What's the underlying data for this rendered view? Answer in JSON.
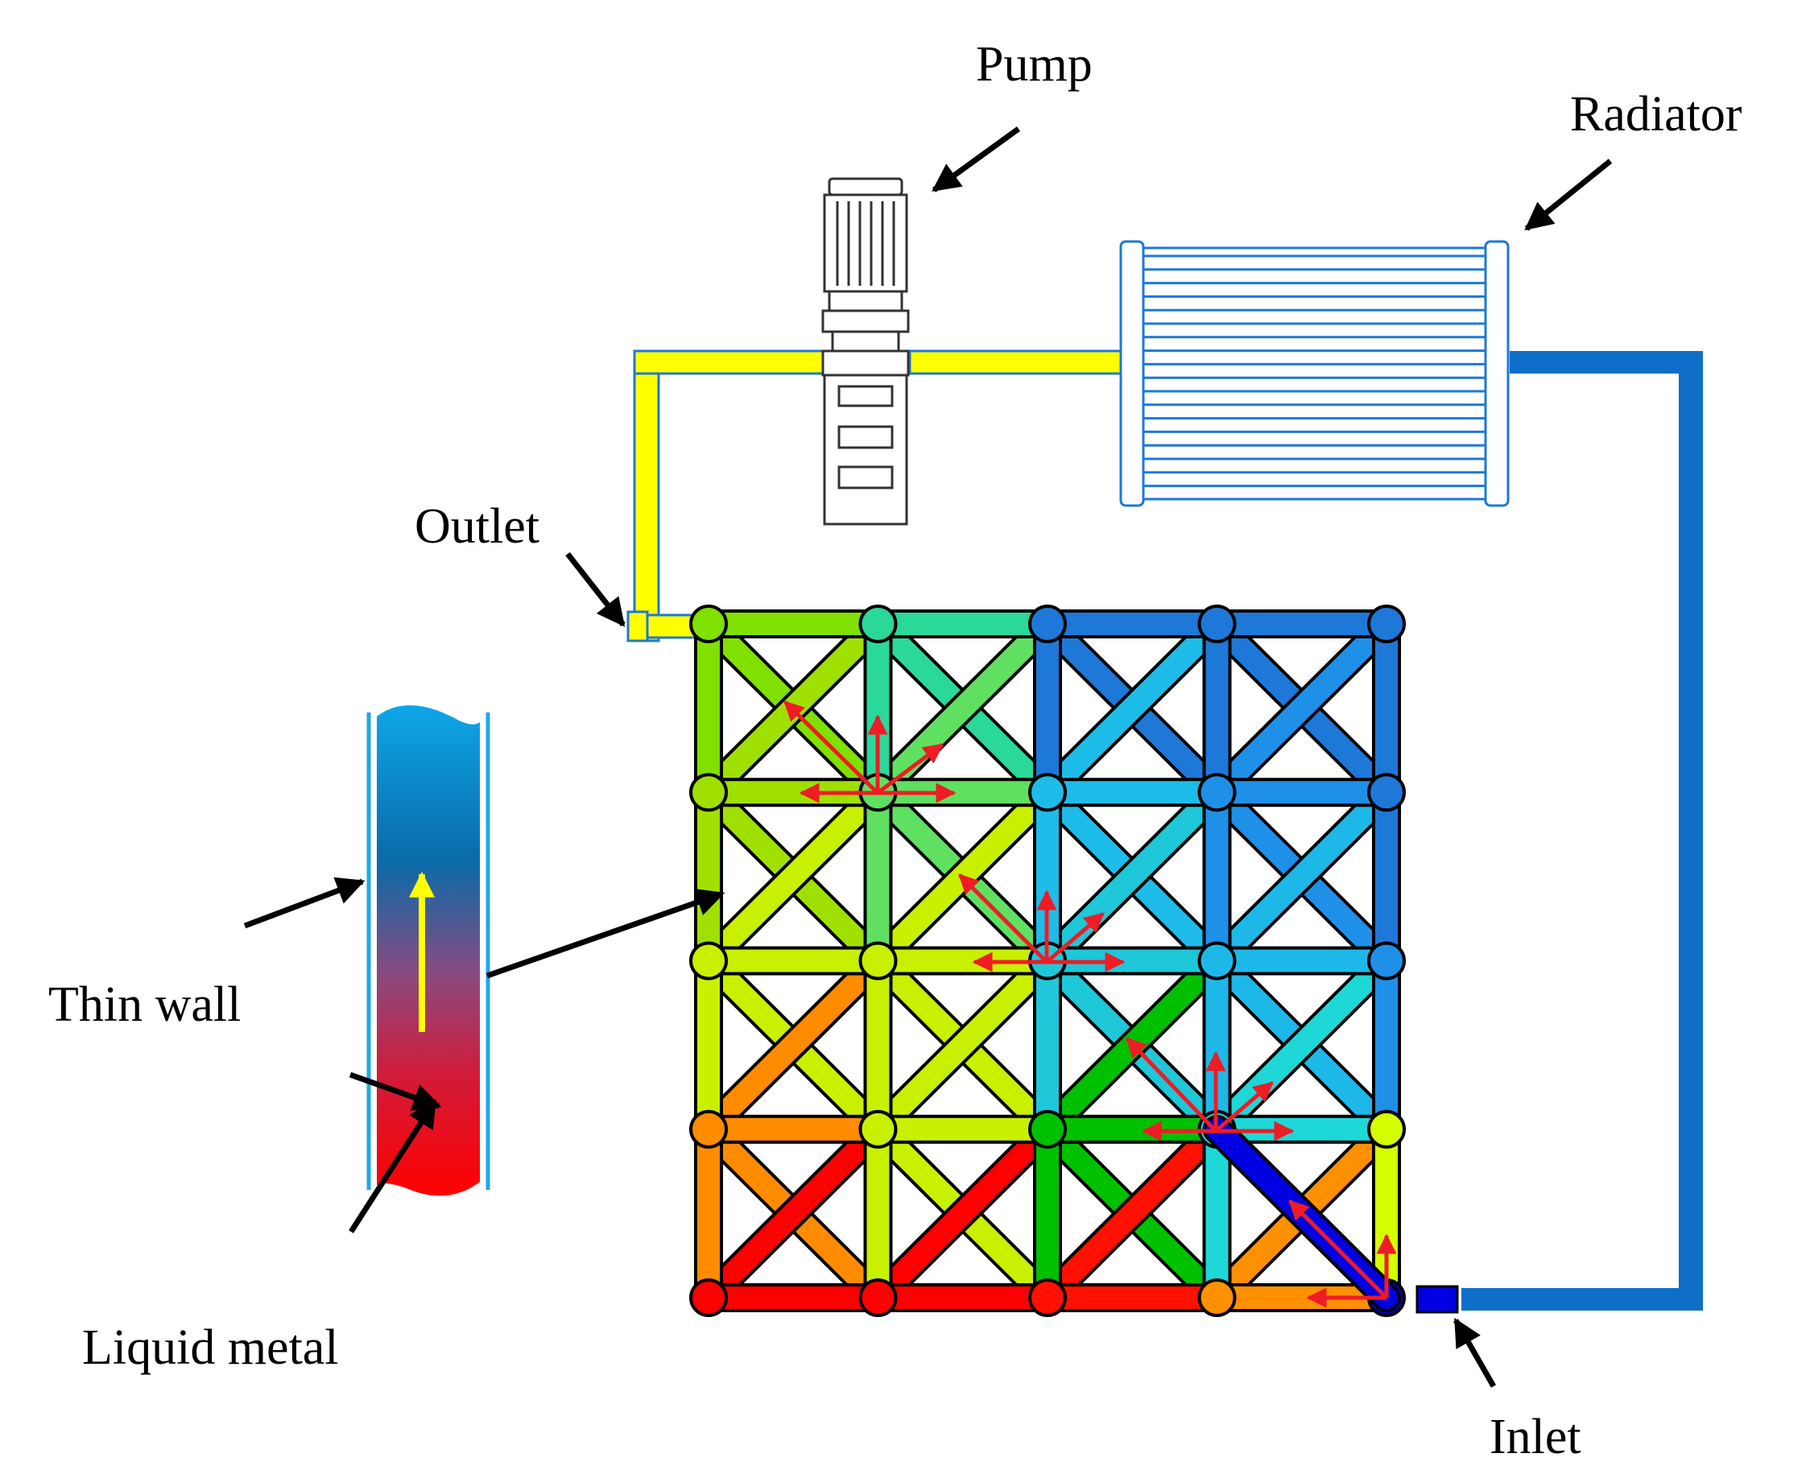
{
  "labels": {
    "pump": "Pump",
    "radiator": "Radiator",
    "outlet": "Outlet",
    "thin_wall": "Thin wall",
    "liquid_metal": "Liquid metal",
    "inlet": "Inlet"
  },
  "colors": {
    "hot_pipe": "#ffff00",
    "cold_pipe": "#0f6ec8",
    "arrow": "#000000",
    "flow_arrow": "#ee1c25",
    "tube_wall": "#1ea8e8",
    "gradient": [
      "#ff0000",
      "#ffa000",
      "#ccff00",
      "#00e000",
      "#2adcc4",
      "#1e96f0",
      "#1e78d8",
      "#0000e0"
    ]
  },
  "lattice": {
    "columns": 4,
    "rows": 4,
    "node_colors": [
      [
        "#80e000",
        "#2ad89a",
        "#1e78d8",
        "#1e78d8",
        "#1e78d8"
      ],
      [
        "#a0e000",
        "#60e060",
        "#1ebce8",
        "#1e90e8",
        "#1e78d8"
      ],
      [
        "#c8f000",
        "#c8f000",
        "#1ec8d8",
        "#1eb8e8",
        "#1e90e8"
      ],
      [
        "#ff8c00",
        "#c8f000",
        "#00c000",
        "#1ed8d8",
        "#d4ff00"
      ],
      [
        "#ff0000",
        "#ff0000",
        "#ff1000",
        "#ff9000",
        "#0000d0"
      ]
    ]
  }
}
